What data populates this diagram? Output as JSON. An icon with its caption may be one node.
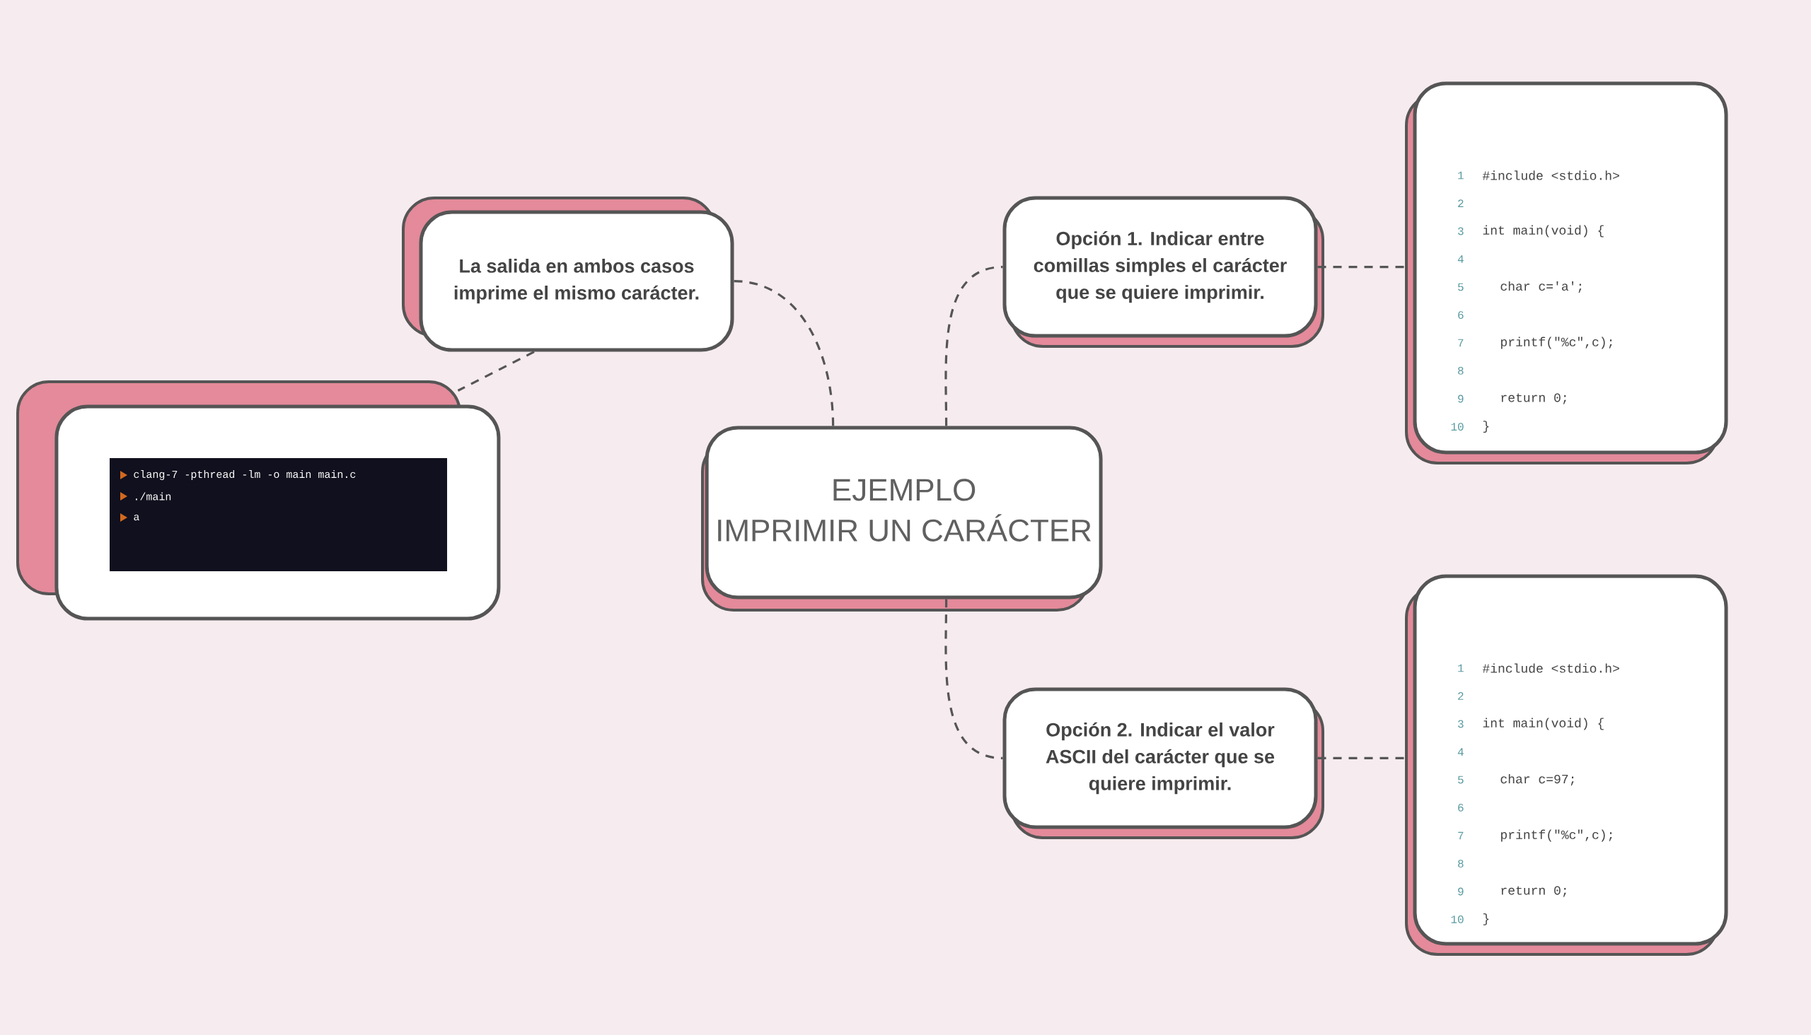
{
  "diagram": {
    "nodes": [
      {
        "text": [
          "EJEMPLO",
          "IMPRIMIR UN CARÁCTER"
        ]
      },
      {
        "text": [
          "La salida en ambos casos imprime el mismo carácter."
        ]
      },
      {
        "text": [
          "Opción 1. Indicar entre comillas simples el carácter que se quiere imprimir."
        ]
      },
      {
        "text": [
          "Opción 2. Indicar el valor ASCII del carácter que se quiere imprimir."
        ]
      },
      {
        "text": [
          "clang-7 -pthread -lm -o main main.c",
          "./main",
          "a"
        ]
      },
      {
        "text": [
          "#include <stdio.h>",
          "int main(void) {",
          "char c='a';",
          "printf(\"%c\",c);",
          "return 0;",
          "}"
        ]
      },
      {
        "text": [
          "#include <stdio.h>",
          "int main(void) {",
          "char c=97;",
          "printf(\"%c\",c);",
          "return 0;",
          "}"
        ]
      }
    ],
    "edges": [
      {
        "from": 0,
        "to": 1,
        "arrow": "none",
        "style": "dashed"
      },
      {
        "from": 0,
        "to": 2,
        "arrow": "none",
        "style": "dashed"
      },
      {
        "from": 0,
        "to": 3,
        "arrow": "none",
        "style": "dashed"
      },
      {
        "from": 1,
        "to": 4,
        "arrow": "none",
        "style": "dashed"
      },
      {
        "from": 2,
        "to": 5,
        "arrow": "none",
        "style": "dashed"
      },
      {
        "from": 3,
        "to": 6,
        "arrow": "none",
        "style": "dashed"
      }
    ],
    "labels": [
      "1",
      "2",
      "3",
      "4",
      "5",
      "6",
      "7",
      "8",
      "9",
      "10",
      "1",
      "2",
      "3",
      "4",
      "5",
      "6",
      "7",
      "8",
      "9",
      "10"
    ]
  }
}
